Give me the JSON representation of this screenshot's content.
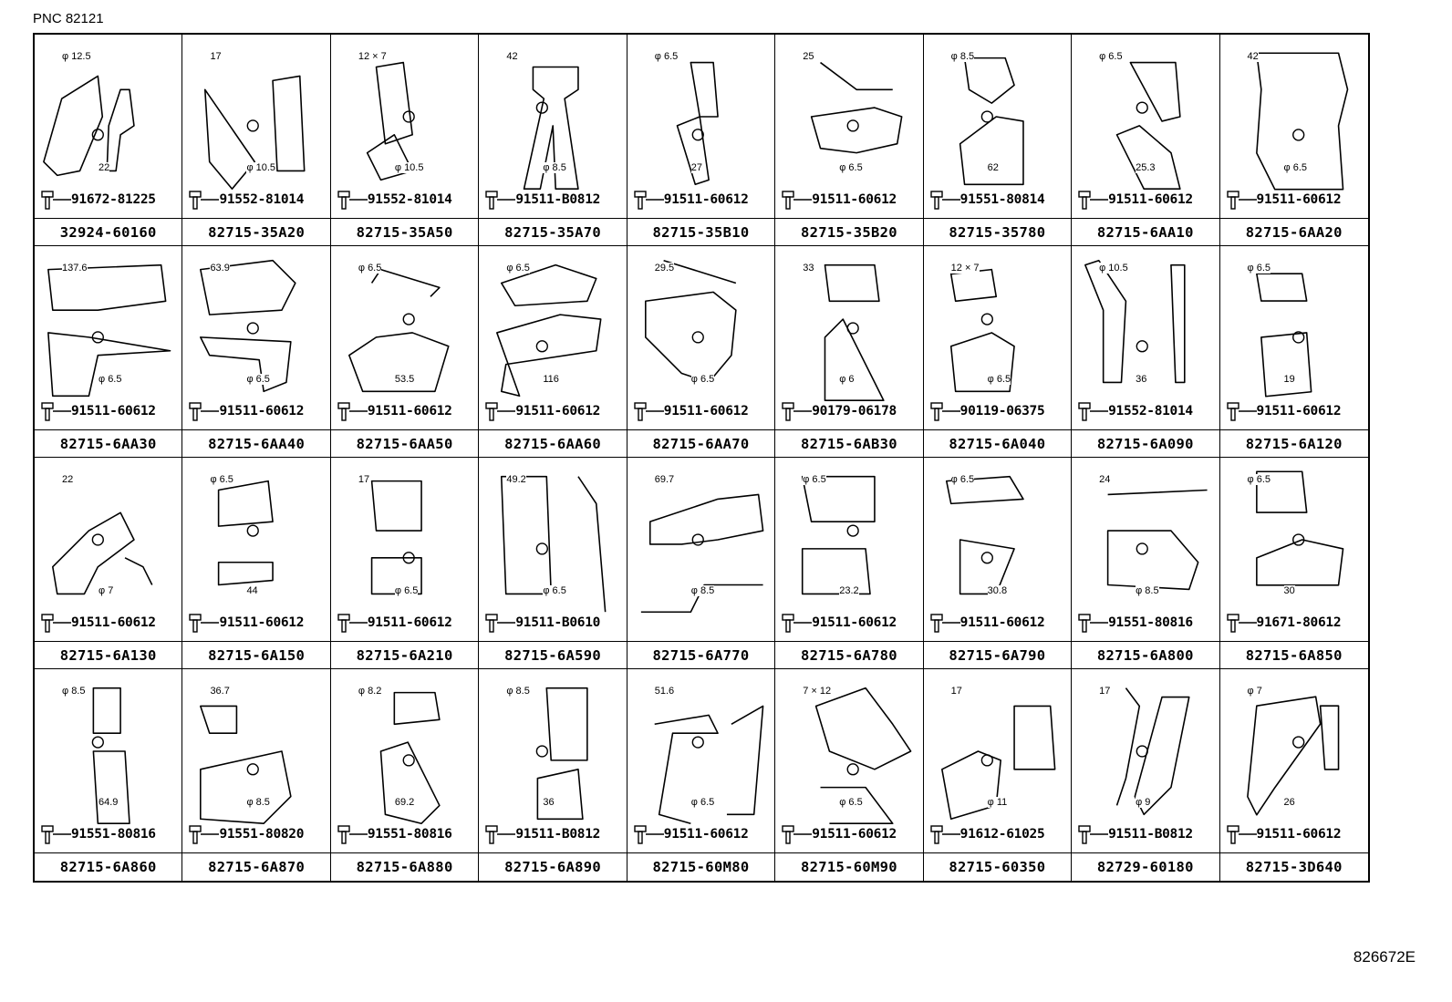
{
  "pnc": "PNC 82121",
  "diagram_code": "826672E",
  "cells": [
    {
      "part": "32924-60160",
      "bolt": "91672-81225",
      "labels": [
        "φ 12.5",
        "22"
      ]
    },
    {
      "part": "82715-35A20",
      "bolt": "91552-81014",
      "labels": [
        "17",
        "φ 10.5"
      ]
    },
    {
      "part": "82715-35A50",
      "bolt": "91552-81014",
      "labels": [
        "12 × 7",
        "φ 10.5"
      ]
    },
    {
      "part": "82715-35A70",
      "bolt": "91511-B0812",
      "labels": [
        "42",
        "φ 8.5"
      ]
    },
    {
      "part": "82715-35B10",
      "bolt": "91511-60612",
      "labels": [
        "φ 6.5",
        "27"
      ]
    },
    {
      "part": "82715-35B20",
      "bolt": "91511-60612",
      "labels": [
        "25",
        "φ 6.5"
      ]
    },
    {
      "part": "82715-35780",
      "bolt": "91551-80814",
      "labels": [
        "φ 8.5",
        "62"
      ]
    },
    {
      "part": "82715-6AA10",
      "bolt": "91511-60612",
      "labels": [
        "φ 6.5",
        "25.3"
      ]
    },
    {
      "part": "82715-6AA20",
      "bolt": "91511-60612",
      "labels": [
        "42",
        "φ 6.5"
      ]
    },
    {
      "part": "82715-6AA30",
      "bolt": "91511-60612",
      "labels": [
        "137.6",
        "φ 6.5"
      ]
    },
    {
      "part": "82715-6AA40",
      "bolt": "91511-60612",
      "labels": [
        "63.9",
        "φ 6.5"
      ]
    },
    {
      "part": "82715-6AA50",
      "bolt": "91511-60612",
      "labels": [
        "φ 6.5",
        "53.5"
      ]
    },
    {
      "part": "82715-6AA60",
      "bolt": "91511-60612",
      "labels": [
        "φ 6.5",
        "116"
      ]
    },
    {
      "part": "82715-6AA70",
      "bolt": "91511-60612",
      "labels": [
        "29.5",
        "φ 6.5"
      ]
    },
    {
      "part": "82715-6AB30",
      "bolt": "90179-06178",
      "labels": [
        "33",
        "φ 6"
      ]
    },
    {
      "part": "82715-6A040",
      "bolt": "90119-06375",
      "labels": [
        "12 × 7",
        "φ 6.5"
      ]
    },
    {
      "part": "82715-6A090",
      "bolt": "91552-81014",
      "labels": [
        "φ 10.5",
        "36"
      ]
    },
    {
      "part": "82715-6A120",
      "bolt": "91511-60612",
      "labels": [
        "φ 6.5",
        "19"
      ]
    },
    {
      "part": "82715-6A130",
      "bolt": "91511-60612",
      "labels": [
        "22",
        "φ 7"
      ]
    },
    {
      "part": "82715-6A150",
      "bolt": "91511-60612",
      "labels": [
        "φ 6.5",
        "44"
      ]
    },
    {
      "part": "82715-6A210",
      "bolt": "91511-60612",
      "labels": [
        "17",
        "φ 6.5"
      ]
    },
    {
      "part": "82715-6A590",
      "bolt": "91511-B0610",
      "labels": [
        "49.2",
        "φ 6.5"
      ]
    },
    {
      "part": "82715-6A770",
      "bolt": "",
      "labels": [
        "69.7",
        "φ 8.5"
      ]
    },
    {
      "part": "82715-6A780",
      "bolt": "91511-60612",
      "labels": [
        "φ 6.5",
        "23.2"
      ]
    },
    {
      "part": "82715-6A790",
      "bolt": "91511-60612",
      "labels": [
        "φ 6.5",
        "30.8"
      ]
    },
    {
      "part": "82715-6A800",
      "bolt": "91551-80816",
      "labels": [
        "24",
        "φ 8.5"
      ]
    },
    {
      "part": "82715-6A850",
      "bolt": "91671-80612",
      "labels": [
        "φ 6.5",
        "30"
      ]
    },
    {
      "part": "82715-6A860",
      "bolt": "91551-80816",
      "labels": [
        "φ 8.5",
        "64.9"
      ]
    },
    {
      "part": "82715-6A870",
      "bolt": "91551-80820",
      "labels": [
        "36.7",
        "φ 8.5"
      ]
    },
    {
      "part": "82715-6A880",
      "bolt": "91551-80816",
      "labels": [
        "φ 8.2",
        "69.2"
      ]
    },
    {
      "part": "82715-6A890",
      "bolt": "91511-B0812",
      "labels": [
        "φ 8.5",
        "36"
      ]
    },
    {
      "part": "82715-60M80",
      "bolt": "91511-60612",
      "labels": [
        "51.6",
        "φ 6.5"
      ]
    },
    {
      "part": "82715-60M90",
      "bolt": "91511-60612",
      "labels": [
        "7 × 12",
        "φ 6.5"
      ]
    },
    {
      "part": "82715-60350",
      "bolt": "91612-61025",
      "labels": [
        "17",
        "φ 11"
      ]
    },
    {
      "part": "82729-60180",
      "bolt": "91511-B0812",
      "labels": [
        "17",
        "φ 9"
      ]
    },
    {
      "part": "82715-3D640",
      "bolt": "91511-60612",
      "labels": [
        "φ 7",
        "26"
      ]
    }
  ]
}
